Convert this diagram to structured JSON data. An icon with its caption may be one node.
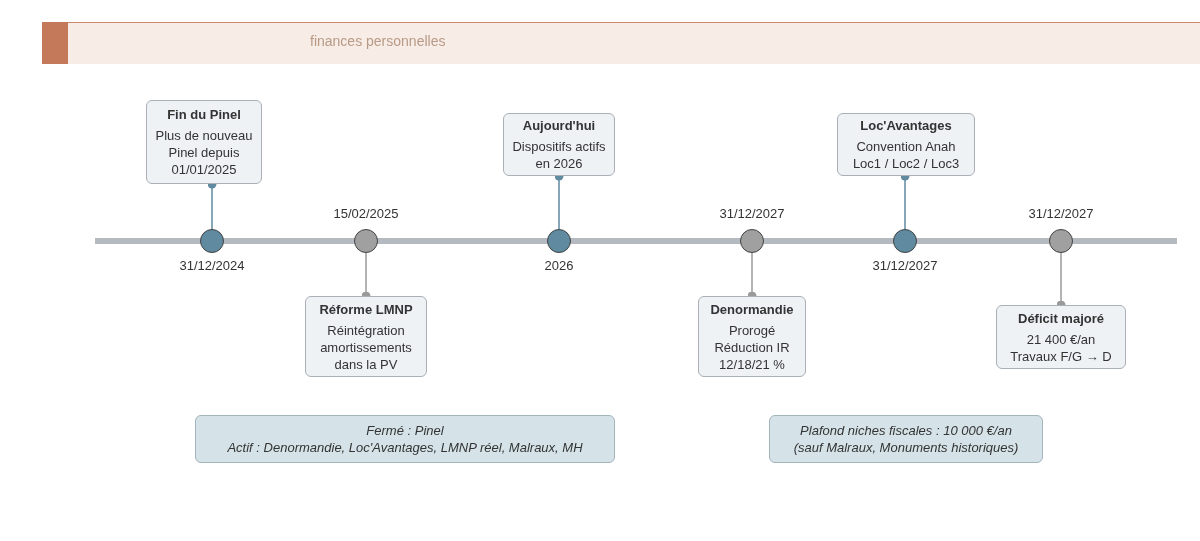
{
  "diagram": {
    "nodes": [
      {
        "text": [
          "Fin du Pinel",
          "Plus de nouveau Pinel depuis 01/01/2025"
        ]
      },
      {
        "text": [],
        "shape": "circle",
        "beside": [
          "31/12/2024"
        ]
      },
      {
        "text": [],
        "shape": "circle",
        "beside": [
          "15/02/2025"
        ]
      },
      {
        "text": [
          "Réforme LMNP",
          "Réintégration amortissements dans la PV"
        ]
      },
      {
        "text": [
          "Aujourd'hui",
          "Dispositifs actifs en 2026"
        ]
      },
      {
        "text": [],
        "shape": "circle",
        "beside": [
          "2026"
        ]
      },
      {
        "text": [],
        "shape": "circle",
        "beside": [
          "31/12/2027"
        ]
      },
      {
        "text": [
          "Denormandie",
          "Prorogé Réduction IR 12/18/21 %"
        ]
      },
      {
        "text": [
          "Loc'Avantages",
          "Convention Anah Loc1 / Loc2 / Loc3"
        ]
      },
      {
        "text": [],
        "shape": "circle",
        "beside": [
          "31/12/2027"
        ]
      },
      {
        "text": [],
        "shape": "circle",
        "beside": [
          "31/12/2027"
        ]
      },
      {
        "text": [
          "Déficit majoré",
          "21 400 €/an Travaux F/G → D"
        ]
      },
      {
        "text": [
          "Fermé : Pinel",
          "Actif : Denormandie, Loc'Avantages, LMNP réel, Malraux, MH"
        ]
      },
      {
        "text": [
          "Plafond niches fiscales : 10 000 €/an",
          "(sauf Malraux, Monuments historiques)"
        ]
      }
    ],
    "edges": [
      {
        "from": 1,
        "to": 0,
        "arrow": "other"
      },
      {
        "from": 2,
        "to": 3,
        "arrow": "other"
      },
      {
        "from": 5,
        "to": 4,
        "arrow": "other"
      },
      {
        "from": 6,
        "to": 7,
        "arrow": "other"
      },
      {
        "from": 9,
        "to": 8,
        "arrow": "other"
      },
      {
        "from": 10,
        "to": 11,
        "arrow": "other"
      }
    ],
    "labels": [
      "finances personnelles"
    ]
  }
}
